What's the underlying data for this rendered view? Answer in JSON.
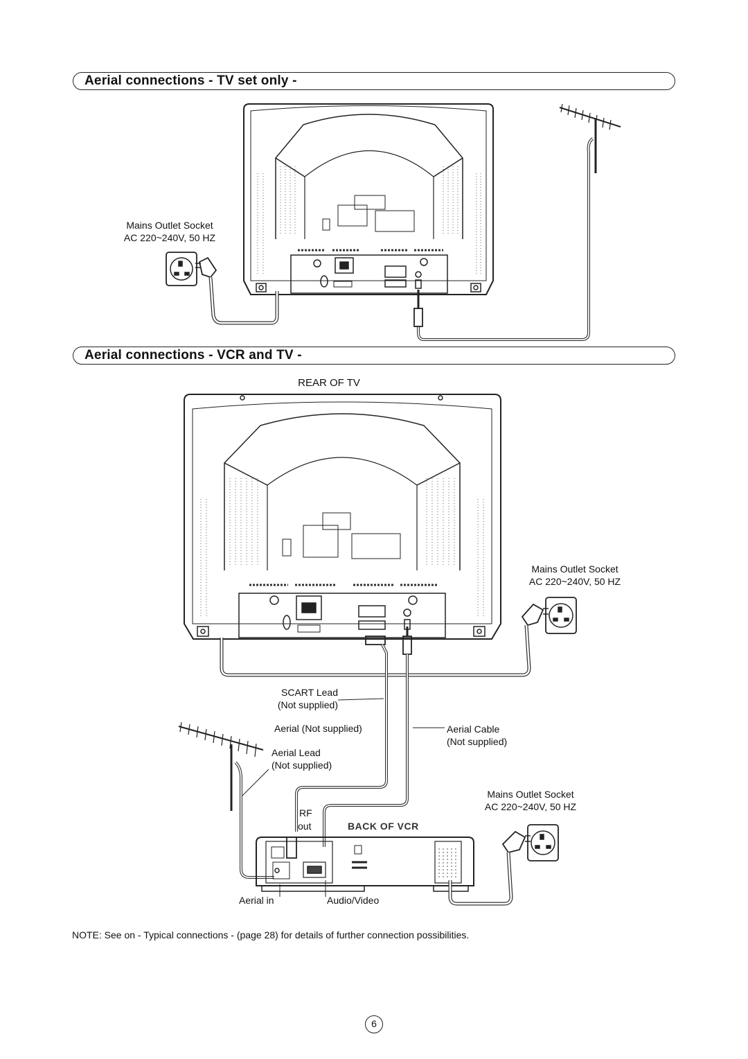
{
  "section1": {
    "title": "Aerial connections - TV set only -"
  },
  "section2": {
    "title": "Aerial connections - VCR and TV -"
  },
  "fig1": {
    "mains_label_line1": "Mains Outlet Socket",
    "mains_label_line2": "AC 220~240V, 50 HZ"
  },
  "fig2": {
    "rear_of_tv": "REAR OF TV",
    "mains_tv_line1": "Mains Outlet Socket",
    "mains_tv_line2": "AC 220~240V, 50 HZ",
    "scart_line1": "SCART Lead",
    "scart_line2": "(Not supplied)",
    "aerial_not_supplied": "Aerial (Not supplied)",
    "aerial_cable_line1": "Aerial Cable",
    "aerial_cable_line2": "(Not supplied)",
    "aerial_lead_line1": "Aerial Lead",
    "aerial_lead_line2": "(Not supplied)",
    "mains_vcr_line1": "Mains Outlet Socket",
    "mains_vcr_line2": "AC 220~240V, 50 HZ",
    "rf": "RF",
    "out": "out",
    "back_of_vcr": "BACK OF VCR",
    "aerial_in": "Aerial in",
    "audio_video": "Audio/Video"
  },
  "note": "NOTE: See on - Typical connections - (page 28) for details of further connection possibilities.",
  "page_number": "6"
}
